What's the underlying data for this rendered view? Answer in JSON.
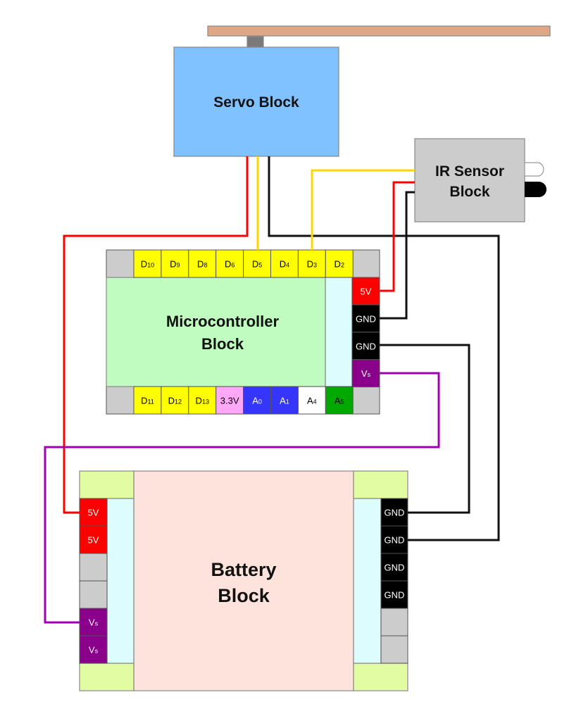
{
  "colors": {
    "servo_body": "#80c1ff",
    "servo_arm": "#dfa785",
    "servo_shaft": "#7a7a7a",
    "ir_body": "#cccccc",
    "mcu_body": "#c0fcc0",
    "battery_body": "#fde3db",
    "header_strip": "#dcfcfd",
    "battery_corner": "#e1fca1",
    "empty_pin": "#cccccc",
    "wire_red": "#ff0000",
    "wire_yellow": "#ffd700",
    "wire_black": "#111111",
    "wire_purple": "#a000b0"
  },
  "blocks": {
    "servo": {
      "title": "Servo Block"
    },
    "ir_sensor": {
      "title_line1": "IR Sensor",
      "title_line2": "Block"
    },
    "microcontroller": {
      "title_line1": "Microcontroller",
      "title_line2": "Block"
    },
    "battery": {
      "title_line1": "Battery",
      "title_line2": "Block"
    }
  },
  "mcu_pins": {
    "top": [
      {
        "main": "D",
        "sub": "10",
        "fill": "#ffff00",
        "text": "#000000"
      },
      {
        "main": "D",
        "sub": "9",
        "fill": "#ffff00",
        "text": "#000000"
      },
      {
        "main": "D",
        "sub": "8",
        "fill": "#ffff00",
        "text": "#000000"
      },
      {
        "main": "D",
        "sub": "6",
        "fill": "#ffff00",
        "text": "#000000"
      },
      {
        "main": "D",
        "sub": "5",
        "fill": "#ffff00",
        "text": "#000000"
      },
      {
        "main": "D",
        "sub": "4",
        "fill": "#ffff00",
        "text": "#000000"
      },
      {
        "main": "D",
        "sub": "3",
        "fill": "#ffff00",
        "text": "#000000"
      },
      {
        "main": "D",
        "sub": "2",
        "fill": "#ffff00",
        "text": "#000000"
      }
    ],
    "bottom": [
      {
        "main": "D",
        "sub": "11",
        "fill": "#ffff00",
        "text": "#000000"
      },
      {
        "main": "D",
        "sub": "12",
        "fill": "#ffff00",
        "text": "#000000"
      },
      {
        "main": "D",
        "sub": "13",
        "fill": "#ffff00",
        "text": "#000000"
      },
      {
        "main": "3.3V",
        "sub": "",
        "fill": "#ffa8f8",
        "text": "#000000"
      },
      {
        "main": "A",
        "sub": "0",
        "fill": "#3535fb",
        "text": "#ffffff"
      },
      {
        "main": "A",
        "sub": "1",
        "fill": "#3535fb",
        "text": "#ffffff"
      },
      {
        "main": "A",
        "sub": "4",
        "fill": "#ffffff",
        "text": "#000000"
      },
      {
        "main": "A",
        "sub": "5",
        "fill": "#00a800",
        "text": "#000000"
      }
    ],
    "right": [
      {
        "main": "5V",
        "sub": "",
        "fill": "#ff0000",
        "text": "#ffffff"
      },
      {
        "main": "GND",
        "sub": "",
        "fill": "#000000",
        "text": "#ffffff"
      },
      {
        "main": "GND",
        "sub": "",
        "fill": "#000000",
        "text": "#ffffff"
      },
      {
        "main": "V",
        "sub": "s",
        "fill": "#8b008b",
        "text": "#ffffff"
      }
    ]
  },
  "battery_pins": {
    "left": [
      {
        "main": "5V",
        "sub": "",
        "fill": "#ff0000",
        "text": "#ffffff"
      },
      {
        "main": "5V",
        "sub": "",
        "fill": "#ff0000",
        "text": "#ffffff"
      },
      {
        "main": "",
        "sub": "",
        "fill": "#cccccc",
        "text": "#000000"
      },
      {
        "main": "",
        "sub": "",
        "fill": "#cccccc",
        "text": "#000000"
      },
      {
        "main": "V",
        "sub": "s",
        "fill": "#8b008b",
        "text": "#ffffff"
      },
      {
        "main": "V",
        "sub": "s",
        "fill": "#8b008b",
        "text": "#ffffff"
      }
    ],
    "right": [
      {
        "main": "GND",
        "sub": "",
        "fill": "#000000",
        "text": "#ffffff"
      },
      {
        "main": "GND",
        "sub": "",
        "fill": "#000000",
        "text": "#ffffff"
      },
      {
        "main": "GND",
        "sub": "",
        "fill": "#000000",
        "text": "#ffffff"
      },
      {
        "main": "GND",
        "sub": "",
        "fill": "#000000",
        "text": "#ffffff"
      },
      {
        "main": "",
        "sub": "",
        "fill": "#cccccc",
        "text": "#000000"
      },
      {
        "main": "",
        "sub": "",
        "fill": "#cccccc",
        "text": "#000000"
      }
    ]
  },
  "connections": [
    {
      "from": "servo",
      "to": "battery 5V",
      "color": "wire_red"
    },
    {
      "from": "servo",
      "to": "mcu D5",
      "color": "wire_yellow"
    },
    {
      "from": "servo",
      "to": "battery GND",
      "color": "wire_black"
    },
    {
      "from": "ir_sensor",
      "to": "mcu D3",
      "color": "wire_yellow"
    },
    {
      "from": "ir_sensor",
      "to": "mcu 5V",
      "color": "wire_red"
    },
    {
      "from": "ir_sensor",
      "to": "mcu GND",
      "color": "wire_black"
    },
    {
      "from": "mcu GND",
      "to": "battery GND",
      "color": "wire_black"
    },
    {
      "from": "mcu Vs",
      "to": "battery Vs",
      "color": "wire_purple"
    }
  ]
}
